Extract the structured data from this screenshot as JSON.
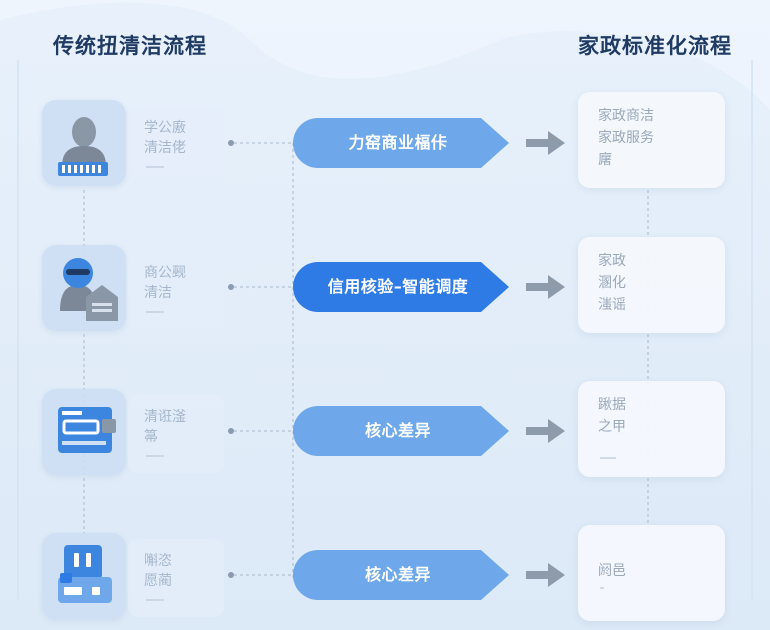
{
  "headings": {
    "left": "传统扭清洁流程",
    "right": "家政标准化流程"
  },
  "rows": [
    {
      "icon": "person-id-icon",
      "ghost_lines": [
        "学公廒",
        "清洁佬"
      ],
      "pill_label": "力窑商业楅佧",
      "pill_style": "light",
      "card_lines": [
        "家政商洁",
        "家政服务",
        "廜"
      ]
    },
    {
      "icon": "masked-person-house-icon",
      "ghost_lines": [
        "商公觋",
        "清洁"
      ],
      "pill_label": "信用核验–智能调度",
      "pill_style": "strong",
      "card_lines": [
        "家政",
        "溷化",
        "滍谣"
      ]
    },
    {
      "icon": "document-card-icon",
      "ghost_lines": [
        "清诳滏",
        "箒"
      ],
      "pill_label": "核心差异",
      "pill_style": "light",
      "card_lines": [
        "踿据",
        "之甲",
        ""
      ]
    },
    {
      "icon": "device-card-icon",
      "ghost_lines": [
        "嘝恣",
        "愿蔺"
      ],
      "pill_label": "核心差异",
      "pill_style": "light",
      "card_lines": [
        "阏邑",
        "",
        ""
      ]
    }
  ],
  "colors": {
    "heading": "#1f3a63",
    "pill_light": "#6ea8ea",
    "pill_strong": "#2f7be6",
    "arrow": "#8d9bab",
    "icon_blue": "#3d86e0",
    "icon_gray": "#8a97a6"
  }
}
